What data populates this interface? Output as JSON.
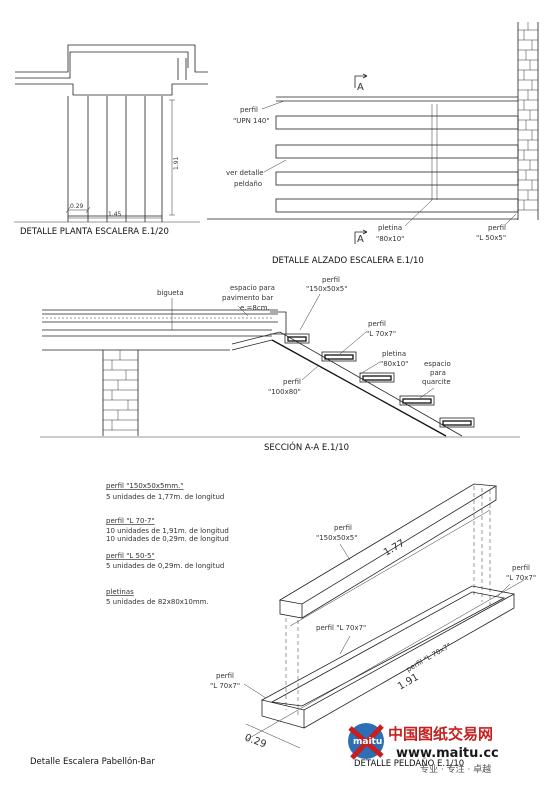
{
  "plan": {
    "title": "DETALLE PLANTA ESCALERA  E.1/20",
    "dim_width_small": "0.29",
    "dim_width": "1.45",
    "dim_length": "1.91"
  },
  "elevation": {
    "title": "DETALLE ALZADO ESCALERA  E.1/10",
    "section_mark": "A",
    "label_profile_1": "perfil",
    "label_profile_2": "\"UPN 140\"",
    "label_detail_1": "ver detalle",
    "label_detail_2": "peldaño",
    "label_plate_1": "pletina",
    "label_plate_2": "\"80x10\"",
    "label_angle_1": "perfil",
    "label_angle_2": "\"L 50x5\""
  },
  "section": {
    "title": "SECCIÓN A-A E.1/10",
    "label_joist": "bigueta",
    "label_space_1": "espacio para",
    "label_space_2": "pavimento bar",
    "label_space_3": "e.=8cm.",
    "label_tube_1": "perfil",
    "label_tube_2": "\"150x50x5\"",
    "label_l70_1": "perfil",
    "label_l70_2": "\"L 70x7\"",
    "label_plate_1": "pletina",
    "label_plate_2": "\"80x10\"",
    "label_quartz_1": "espacio",
    "label_quartz_2": "para",
    "label_quartz_3": "quarcite",
    "label_beam_1": "perfil",
    "label_beam_2": "\"100x80\""
  },
  "materials": [
    {
      "title": "perfil \"150x50x5mm.\"",
      "lines": [
        "5 unidades de 1,77m. de longitud"
      ]
    },
    {
      "title": "perfil \"L 70-7\"",
      "lines": [
        "10 unidades de 1,91m. de longitud",
        "10 unidades de 0,29m. de longitud"
      ]
    },
    {
      "title": "perfil \"L 50-5\"",
      "lines": [
        "5 unidades de 0,29m. de longitud"
      ]
    },
    {
      "title": "pletinas",
      "lines": [
        "5 unidades de 82x80x10mm."
      ]
    }
  ],
  "step": {
    "title": "DETALLE PELDAÑO  E.1/10",
    "label_tube_1": "perfil",
    "label_tube_2": "\"150x50x5\"",
    "dim_top": "1.77",
    "label_right_1": "perfil",
    "label_right_2": "\"L 70x7\"",
    "label_mid": "perfil \"L 70x7\"",
    "label_front": "perfil \"L 70x7\"",
    "dim_length": "1.91",
    "label_left_1": "perfil",
    "label_left_2": "\"L 70x7\"",
    "dim_depth": "0.29"
  },
  "sheet_title": "Detalle Escalera Pabellón-Bar",
  "watermark": {
    "logo": "maitu",
    "brand": "中国图纸交易网",
    "url": "www.maitu.cc",
    "tagline": "专业 · 专注 · 卓越",
    "colors": {
      "brand": "#c81e1e",
      "logo_blue": "#2c6fb7"
    }
  }
}
